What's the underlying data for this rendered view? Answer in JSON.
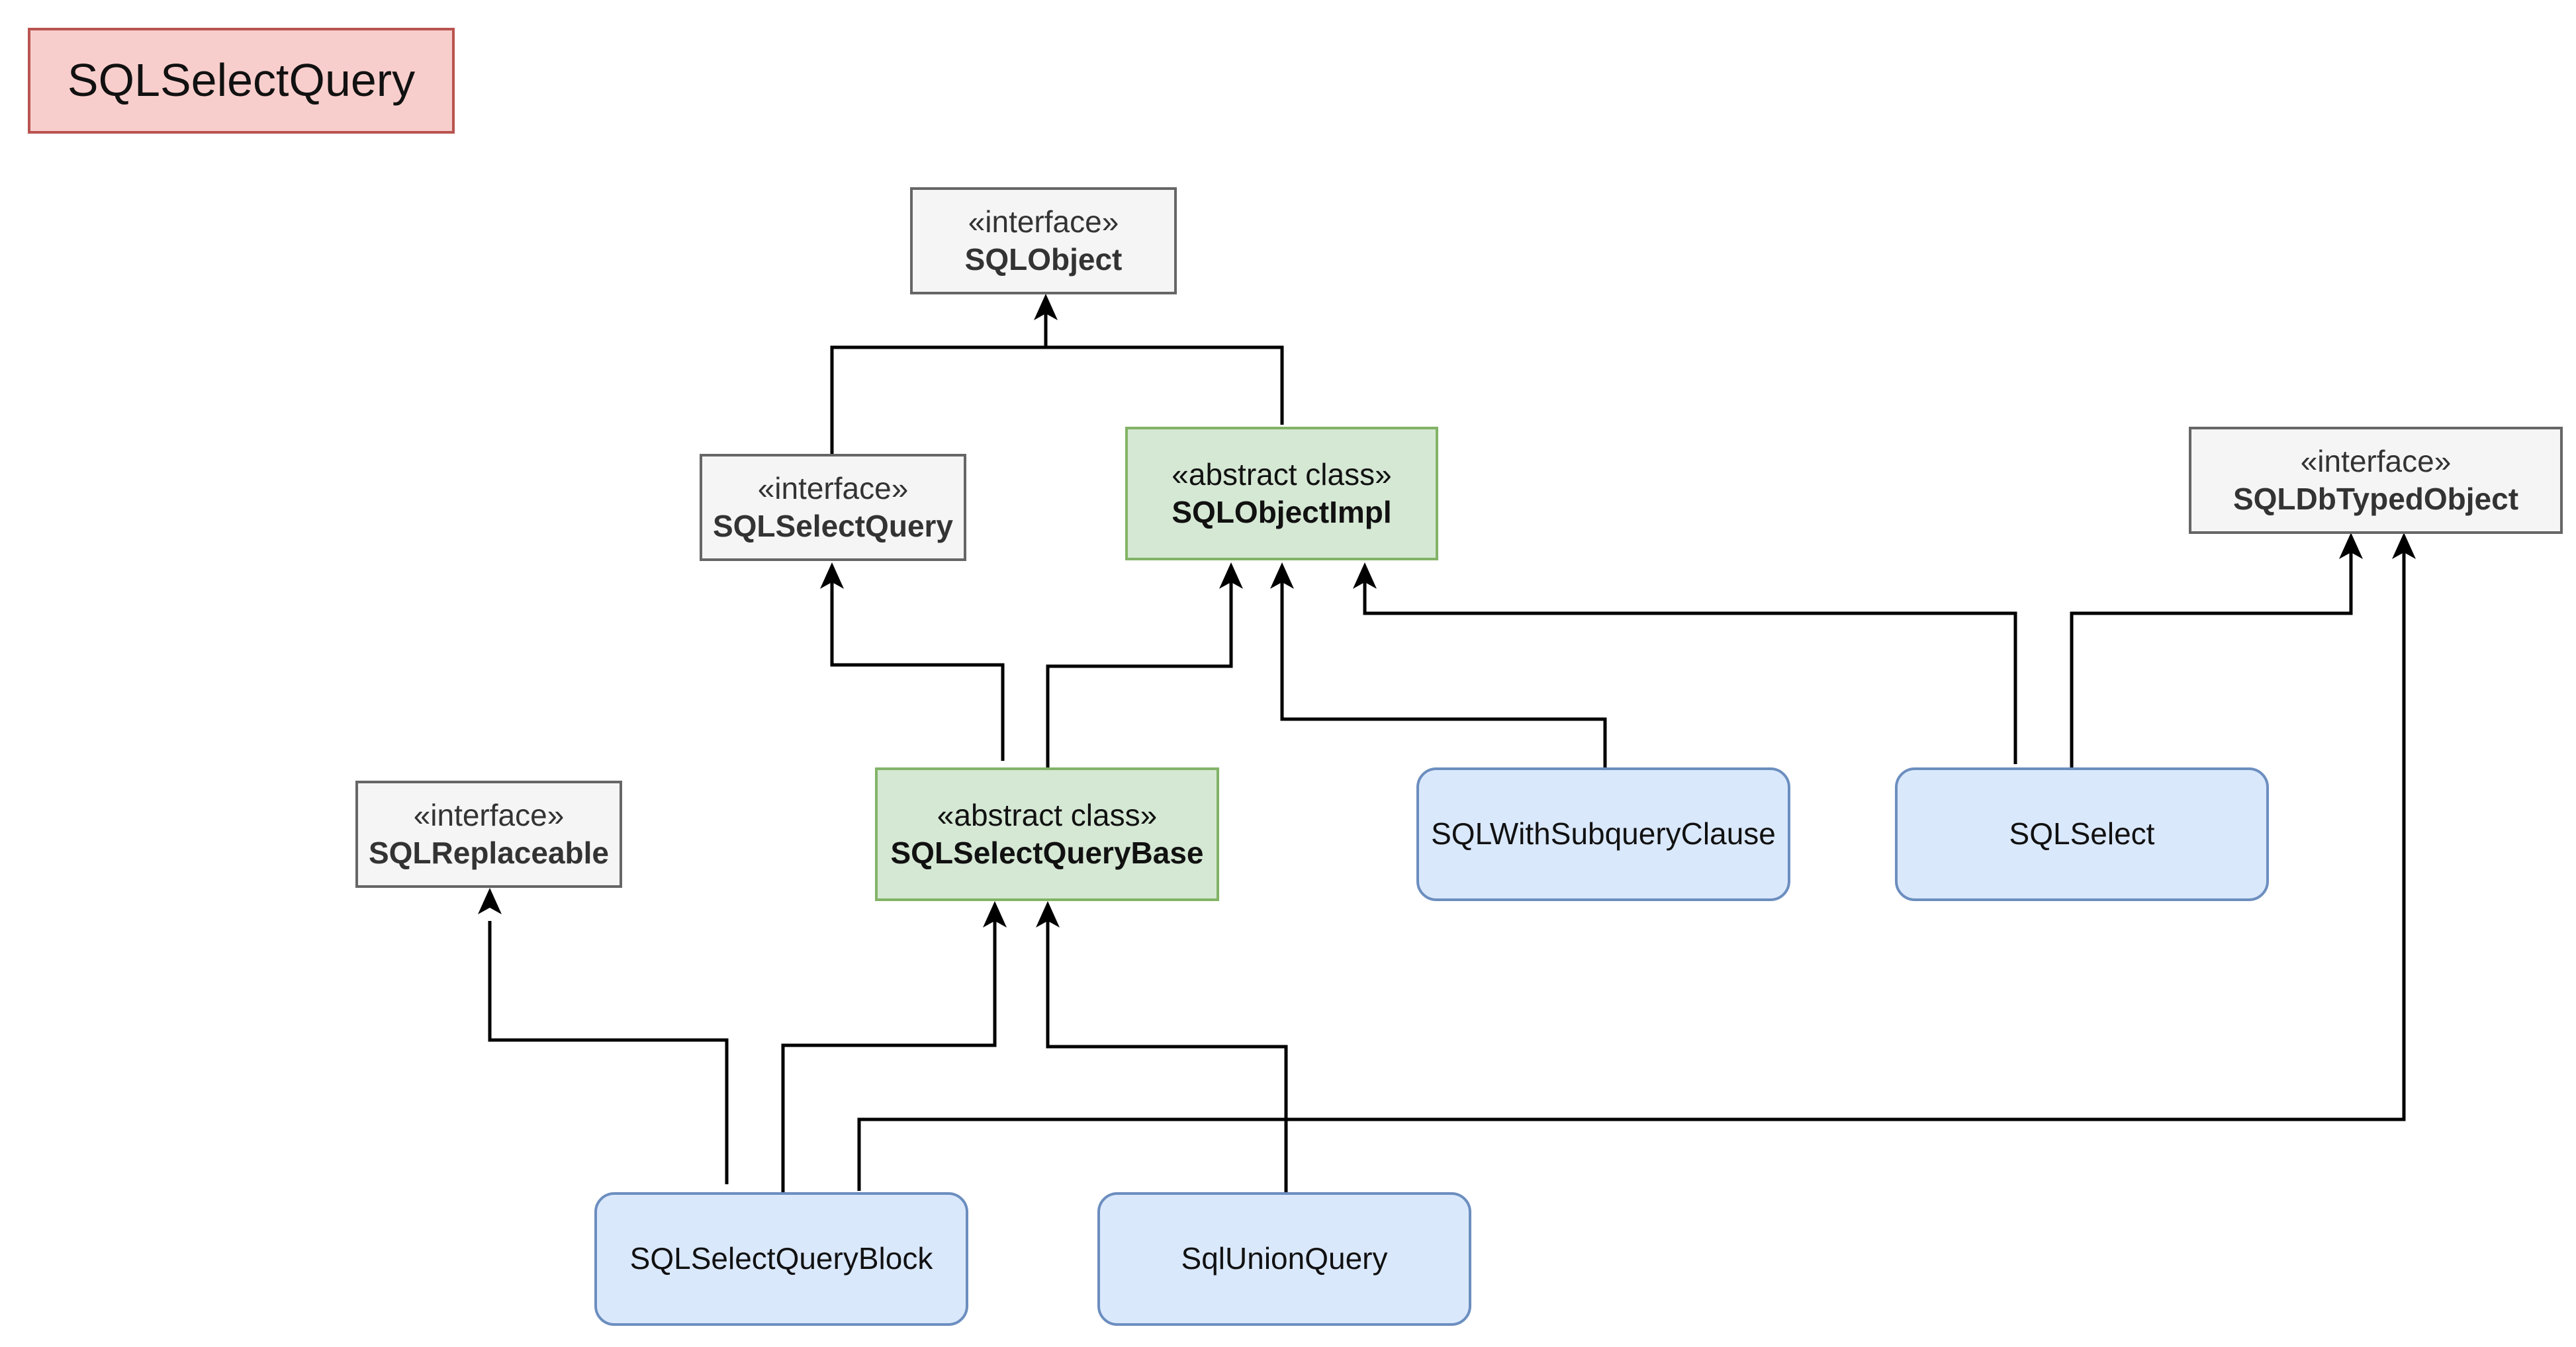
{
  "diagram": {
    "title": "SQLSelectQuery",
    "stereotypes": {
      "interface": "«interface»",
      "abstract": "«abstract class»"
    },
    "nodes": {
      "sqlobject": {
        "stereotype": "«interface»",
        "name": "SQLObject"
      },
      "sqlselectquery": {
        "stereotype": "«interface»",
        "name": "SQLSelectQuery"
      },
      "sqlobjectimpl": {
        "stereotype": "«abstract class»",
        "name": "SQLObjectImpl"
      },
      "sqldbtypedobject": {
        "stereotype": "«interface»",
        "name": "SQLDbTypedObject"
      },
      "sqlreplaceable": {
        "stereotype": "«interface»",
        "name": "SQLReplaceable"
      },
      "sqlselectquerybase": {
        "stereotype": "«abstract class»",
        "name": "SQLSelectQueryBase"
      },
      "sqlwithsubqueryclause": {
        "name": "SQLWithSubqueryClause"
      },
      "sqlselect": {
        "name": "SQLSelect"
      },
      "sqlselectqueryblock": {
        "name": "SQLSelectQueryBlock"
      },
      "sqlunionquery": {
        "name": "SqlUnionQuery"
      }
    },
    "colors": {
      "interface_fill": "#f5f5f5",
      "interface_stroke": "#666666",
      "abstract_fill": "#d5e8d4",
      "abstract_stroke": "#82b366",
      "class_fill": "#dae8fc",
      "class_stroke": "#6c8ebf",
      "title_fill": "#f8cecc",
      "title_stroke": "#b85450",
      "edge": "#000000"
    }
  }
}
